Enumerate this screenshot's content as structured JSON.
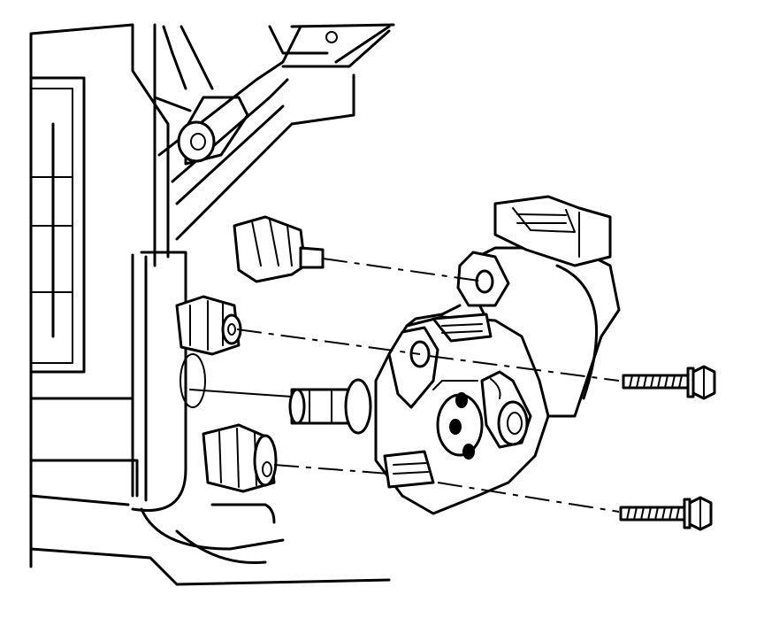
{
  "diagram": {
    "kind": "exploded-assembly-line-drawing",
    "parts": [
      "housing",
      "mounting-bracket",
      "locating-pin-upper",
      "locating-pin-middle",
      "locating-pin-lower",
      "actuator-motor",
      "output-shaft",
      "bolt-upper",
      "bolt-lower"
    ],
    "colors": {
      "line": "#000000",
      "background": "#ffffff"
    }
  }
}
